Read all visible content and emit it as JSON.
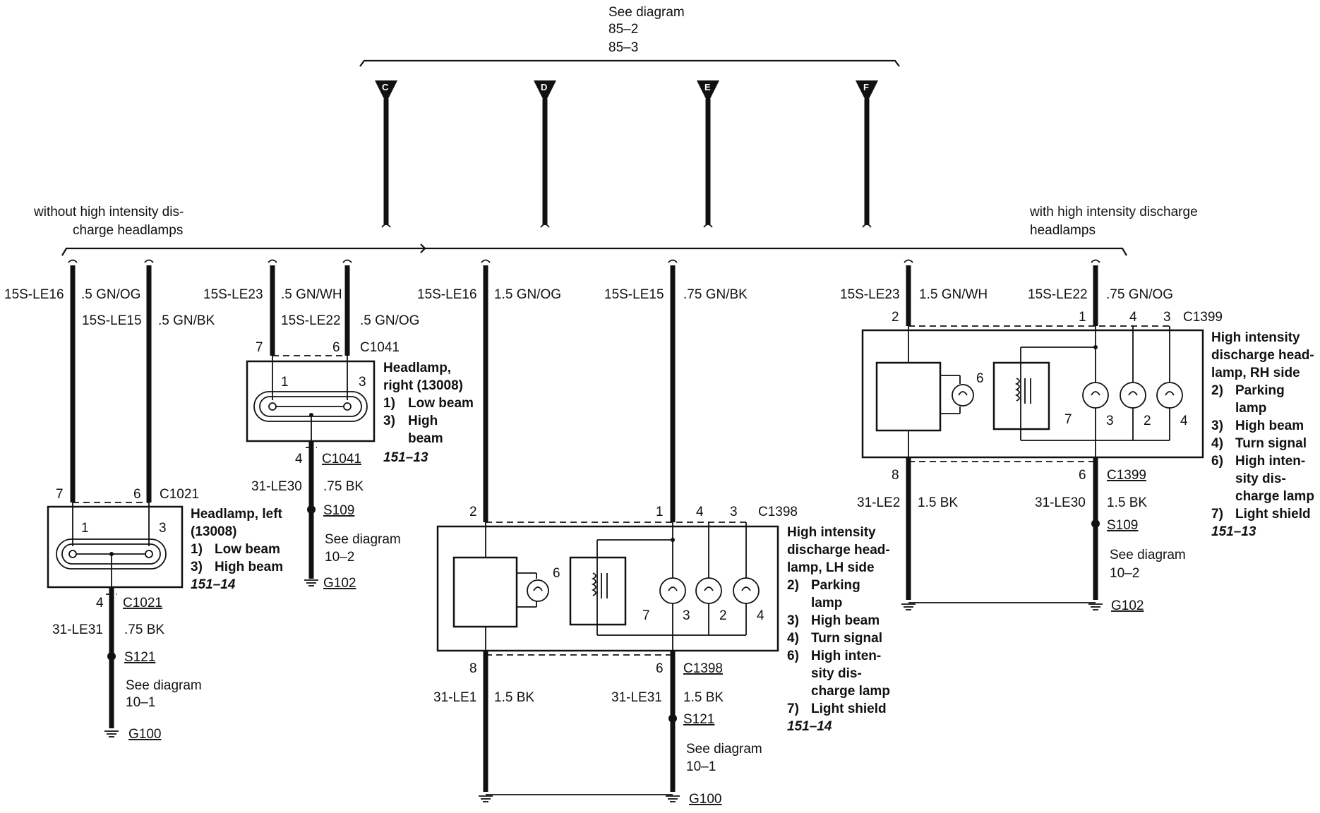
{
  "see_top": {
    "line1": "See diagram",
    "line2": "85–2",
    "line3": "85–3"
  },
  "connectors_top": [
    "C",
    "D",
    "E",
    "F"
  ],
  "group_left_title": {
    "line1": "without high intensity dis-",
    "line2": "charge headlamps"
  },
  "group_right_title": {
    "line1": "with high intensity discharge",
    "line2": "headlamps"
  },
  "headlamp_left": {
    "circuit_a": "15S-LE16",
    "wire_a": ".5 GN/OG",
    "circuit_b": "15S-LE15",
    "wire_b": ".5 GN/BK",
    "pin_a": "7",
    "pin_b": "6",
    "connector": "C1021",
    "inner_pin_1": "1",
    "inner_pin_3": "3",
    "title_1": "Headlamp, left",
    "title_2": "(13008)",
    "item_1_num": "1)",
    "item_1": "Low beam",
    "item_2_num": "3)",
    "item_2": "High beam",
    "ref": "151–14",
    "ground_pin": "4",
    "ground_connector": "C1021",
    "ground_circuit": "31-LE31",
    "ground_wire": ".75 BK",
    "splice": "S121",
    "see_1": "See diagram",
    "see_2": "10–1",
    "ground": "G100"
  },
  "headlamp_right": {
    "circuit_a": "15S-LE23",
    "wire_a": ".5 GN/WH",
    "circuit_b": "15S-LE22",
    "wire_b": ".5 GN/OG",
    "pin_a": "7",
    "pin_b": "6",
    "connector": "C1041",
    "inner_pin_1": "1",
    "inner_pin_3": "3",
    "title_1": "Headlamp,",
    "title_2": "right (13008)",
    "item_1_num": "1)",
    "item_1": "Low beam",
    "item_2_num": "3)",
    "item_2a": "High",
    "item_2b": "beam",
    "ref": "151–13",
    "ground_pin": "4",
    "ground_connector": "C1041",
    "ground_circuit": "31-LE30",
    "ground_wire": ".75 BK",
    "splice": "S109",
    "see_1": "See diagram",
    "see_2": "10–2",
    "ground": "G102"
  },
  "hid_left": {
    "circuit_a": "15S-LE16",
    "wire_a": "1.5 GN/OG",
    "circuit_b": "15S-LE15",
    "wire_b": ".75 GN/BK",
    "pin_2": "2",
    "pin_1": "1",
    "pin_4": "4",
    "pin_3": "3",
    "connector": "C1398",
    "in_6": "6",
    "in_7": "7",
    "in_3": "3",
    "in_2": "2",
    "in_4": "4",
    "title": [
      "High intensity",
      "discharge head-",
      "lamp, LH side"
    ],
    "items": [
      {
        "num": "2)",
        "lines": [
          "Parking",
          "lamp"
        ]
      },
      {
        "num": "3)",
        "lines": [
          "High beam"
        ]
      },
      {
        "num": "4)",
        "lines": [
          "Turn signal"
        ]
      },
      {
        "num": "6)",
        "lines": [
          "High inten-",
          "sity dis-",
          "charge lamp"
        ]
      },
      {
        "num": "7)",
        "lines": [
          "Light shield"
        ]
      }
    ],
    "ref": "151–14",
    "pin_8": "8",
    "pin_6": "6",
    "ground_connector": "C1398",
    "ground_circuit_a": "31-LE1",
    "ground_wire_a": "1.5 BK",
    "ground_circuit_b": "31-LE31",
    "ground_wire_b": "1.5 BK",
    "splice": "S121",
    "see_1": "See diagram",
    "see_2": "10–1",
    "ground": "G100"
  },
  "hid_right": {
    "circuit_a": "15S-LE23",
    "wire_a": "1.5 GN/WH",
    "circuit_b": "15S-LE22",
    "wire_b": ".75 GN/OG",
    "pin_2": "2",
    "pin_1": "1",
    "pin_4": "4",
    "pin_3": "3",
    "connector": "C1399",
    "in_6": "6",
    "in_7": "7",
    "in_3": "3",
    "in_2": "2",
    "in_4": "4",
    "title": [
      "High intensity",
      "discharge head-",
      "lamp, RH side"
    ],
    "items": [
      {
        "num": "2)",
        "lines": [
          "Parking",
          "lamp"
        ]
      },
      {
        "num": "3)",
        "lines": [
          "High beam"
        ]
      },
      {
        "num": "4)",
        "lines": [
          "Turn signal"
        ]
      },
      {
        "num": "6)",
        "lines": [
          "High inten-",
          "sity dis-",
          "charge lamp"
        ]
      },
      {
        "num": "7)",
        "lines": [
          "Light shield"
        ]
      }
    ],
    "ref": "151–13",
    "pin_8": "8",
    "pin_6": "6",
    "ground_connector": "C1399",
    "ground_circuit_a": "31-LE2",
    "ground_wire_a": "1.5 BK",
    "ground_circuit_b": "31-LE30",
    "ground_wire_b": "1.5 BK",
    "splice": "S109",
    "see_1": "See diagram",
    "see_2": "10–2",
    "ground": "G102"
  }
}
